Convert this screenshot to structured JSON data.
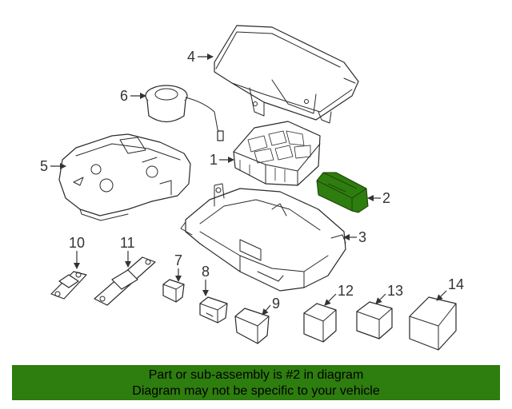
{
  "callouts": {
    "n1": "1",
    "n2": "2",
    "n3": "3",
    "n4": "4",
    "n5": "5",
    "n6": "6",
    "n7": "7",
    "n8": "8",
    "n9": "9",
    "n10": "10",
    "n11": "11",
    "n12": "12",
    "n13": "13",
    "n14": "14"
  },
  "highlight": {
    "part": "2",
    "color": "#2e7d0f"
  },
  "banner": {
    "line1": "Part or sub-assembly is #2 in diagram",
    "line2": "Diagram may not be specific to your vehicle",
    "color": "#2e7d0f"
  }
}
